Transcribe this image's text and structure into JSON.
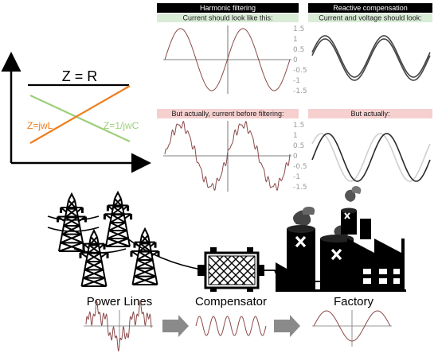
{
  "impedance": {
    "z_r": "Z = R",
    "z_l": "Z=jwL",
    "z_c": "Z=1/jwC"
  },
  "harmonic": {
    "header": "Harmonic filtering",
    "ideal_caption": "Current should look like this:",
    "actual_caption": "But actually, current before filtering:",
    "ticks": [
      "1.5",
      "1",
      "0.5",
      "0",
      "-0.5",
      "-1",
      "-1.5"
    ]
  },
  "reactive": {
    "header": "Reactive compensation",
    "ideal_caption": "Current and voltage should look:",
    "actual_caption": "But actually:"
  },
  "bottom": {
    "power_lines": "Power Lines",
    "compensator": "Compensator",
    "factory": "Factory"
  },
  "icons": [
    "transmission-tower-icon",
    "compensator-coil-icon",
    "factory-icon",
    "arrow-icon",
    "close-icon"
  ],
  "colors": {
    "inductive": "#f07d1c",
    "capacitive": "#9dcf7a",
    "resistive": "#000000",
    "current_wave": "#8b4a4a",
    "ideal_caption_bg": "#d9ecd6",
    "actual_caption_bg": "#f6cfcf",
    "header_bg": "#000000",
    "arrow": "#8a8a8a"
  }
}
